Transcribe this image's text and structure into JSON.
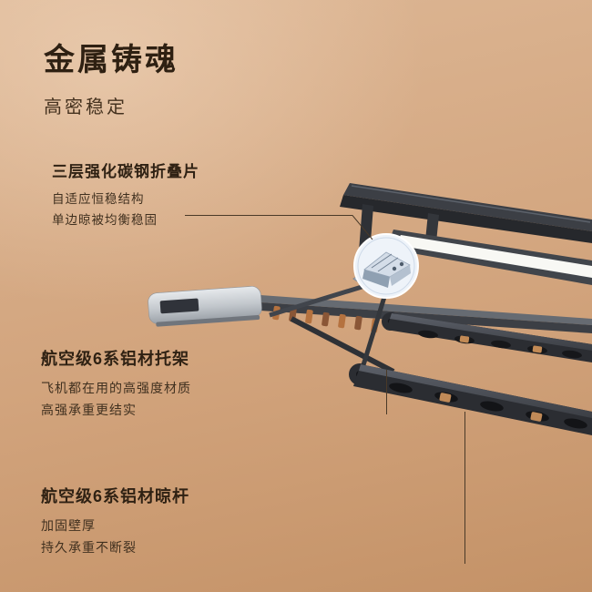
{
  "header": {
    "title": "金属铸魂",
    "subtitle": "高密稳定"
  },
  "annotations": [
    {
      "title": "三层强化碳钢折叠片",
      "lines": [
        "自适应恒稳结构",
        "单边晾被均衡稳固"
      ]
    },
    {
      "title": "航空级6系铝材托架",
      "lines": [
        "飞机都在用的高强度材质",
        "高强承重更结实"
      ]
    },
    {
      "title": "航空级6系铝材晾杆",
      "lines": [
        "加固壁厚",
        "持久承重不断裂"
      ]
    }
  ],
  "colors": {
    "background_top": "#ddb795",
    "background_bottom": "#c49267",
    "text_dark": "#2f2113",
    "text_body": "#40301f",
    "leader_line": "#4a3a28",
    "rack_dark": "#2b2d32",
    "rack_mid": "#4e525a",
    "rack_silver": "#c9cdd2",
    "led_white": "#f8f8f4",
    "clip_orange": "#b5723f",
    "clip_tan": "#c08a58",
    "detail_metal_light": "#d4dde8",
    "detail_metal_shadow": "#8fa0b2"
  }
}
